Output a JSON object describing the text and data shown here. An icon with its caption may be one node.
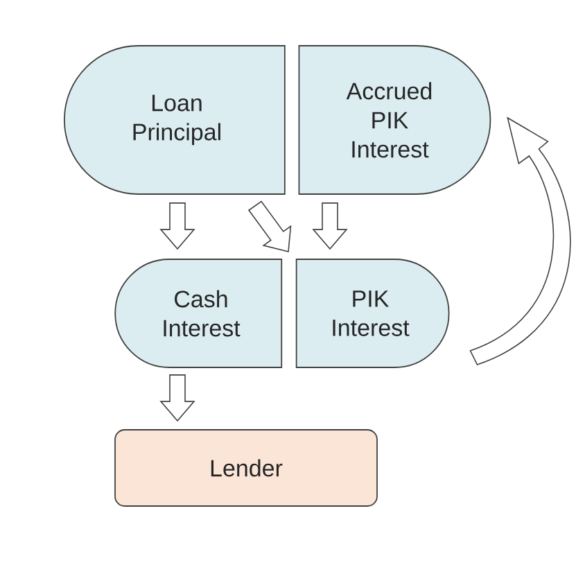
{
  "diagram": {
    "nodes": [
      {
        "text": [
          "Loan Principal"
        ]
      },
      {
        "text": [
          "Accrued PIK Interest"
        ]
      },
      {
        "text": [
          "Cash Interest"
        ]
      },
      {
        "text": [
          "PIK Interest"
        ]
      },
      {
        "text": [
          "Lender"
        ]
      }
    ],
    "edges": [
      {
        "from": 0,
        "to": 2,
        "arrow": "to"
      },
      {
        "from": 0,
        "to": 3,
        "arrow": "to"
      },
      {
        "from": 1,
        "to": 3,
        "arrow": "to"
      },
      {
        "from": 2,
        "to": 4,
        "arrow": "to"
      },
      {
        "from": 3,
        "to": 1,
        "arrow": "to"
      }
    ]
  }
}
